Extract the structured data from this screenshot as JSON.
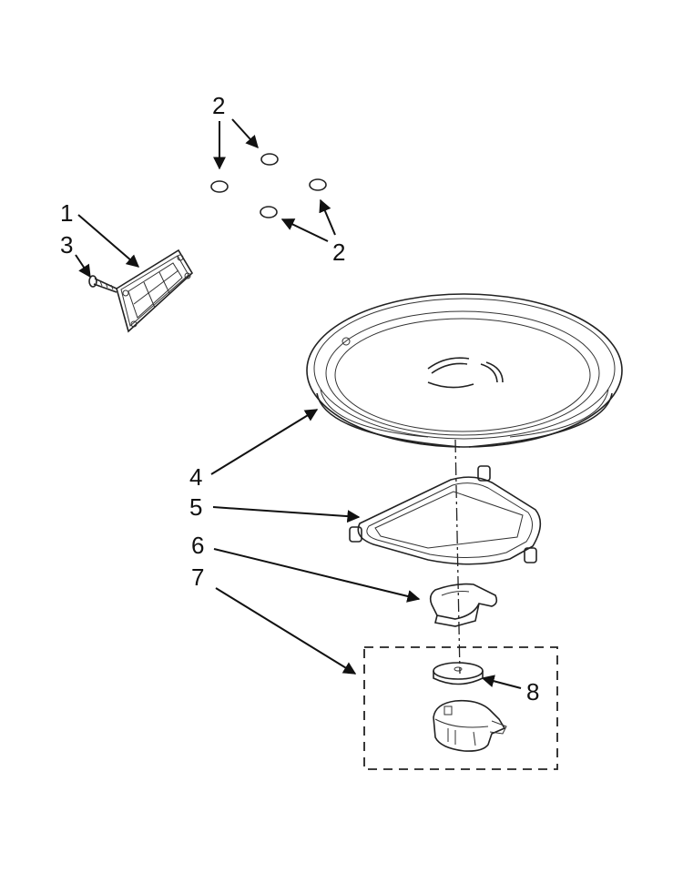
{
  "callouts": [
    {
      "id": "c2a",
      "text": "2"
    },
    {
      "id": "c2b",
      "text": "2"
    },
    {
      "id": "c1",
      "text": "1"
    },
    {
      "id": "c3",
      "text": "3"
    },
    {
      "id": "c4",
      "text": "4"
    },
    {
      "id": "c5",
      "text": "5"
    },
    {
      "id": "c6",
      "text": "6"
    },
    {
      "id": "c7",
      "text": "7"
    },
    {
      "id": "c8",
      "text": "8"
    }
  ],
  "colors": {
    "ink": "#222222",
    "background": "#ffffff"
  }
}
